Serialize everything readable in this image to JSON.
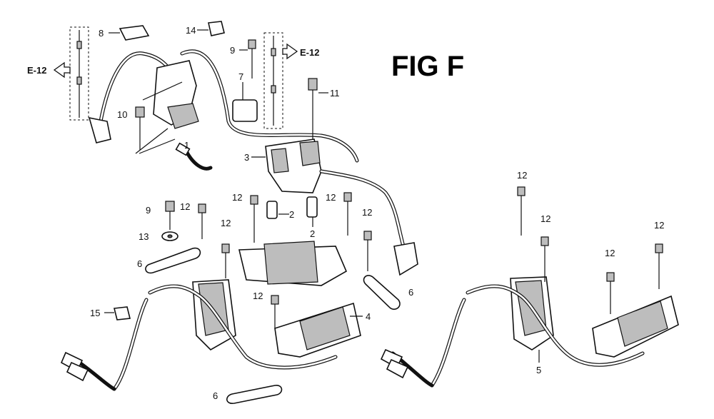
{
  "figure": {
    "title": "FIG F"
  },
  "references": [
    {
      "id": "ref-left",
      "label": "E-12"
    },
    {
      "id": "ref-right",
      "label": "E-12"
    }
  ],
  "callouts": [
    {
      "id": "c8",
      "label": "8"
    },
    {
      "id": "c14",
      "label": "14"
    },
    {
      "id": "c9a",
      "label": "9"
    },
    {
      "id": "c7",
      "label": "7"
    },
    {
      "id": "c11",
      "label": "11"
    },
    {
      "id": "c10",
      "label": "10"
    },
    {
      "id": "c1",
      "label": "1"
    },
    {
      "id": "c3",
      "label": "3"
    },
    {
      "id": "c12a",
      "label": "12"
    },
    {
      "id": "c2a",
      "label": "2"
    },
    {
      "id": "c12b",
      "label": "12"
    },
    {
      "id": "c2b",
      "label": "2"
    },
    {
      "id": "c9b",
      "label": "9"
    },
    {
      "id": "c12c",
      "label": "12"
    },
    {
      "id": "c13",
      "label": "13"
    },
    {
      "id": "c12d",
      "label": "12"
    },
    {
      "id": "c12e",
      "label": "12"
    },
    {
      "id": "c6a",
      "label": "6"
    },
    {
      "id": "c6b",
      "label": "6"
    },
    {
      "id": "c12f",
      "label": "12"
    },
    {
      "id": "c4",
      "label": "4"
    },
    {
      "id": "c15",
      "label": "15"
    },
    {
      "id": "c6c",
      "label": "6"
    },
    {
      "id": "c12g",
      "label": "12"
    },
    {
      "id": "c12h",
      "label": "12"
    },
    {
      "id": "c12i",
      "label": "12"
    },
    {
      "id": "c12j",
      "label": "12"
    },
    {
      "id": "c5",
      "label": "5"
    }
  ]
}
